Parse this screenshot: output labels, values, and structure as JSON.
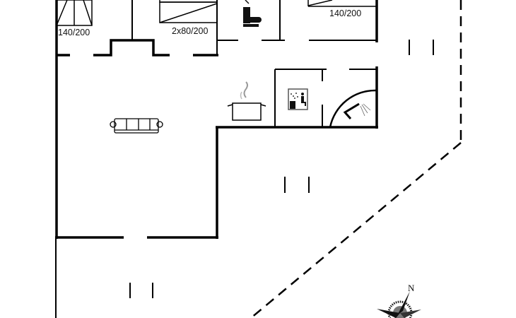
{
  "rooms": {
    "bedroom1_bed": "140/200",
    "bedroom2_bed": "2x80/200",
    "bedroom3_bed": "140/200"
  },
  "compass": {
    "north_label": "N"
  },
  "icons": [
    "bed-icon",
    "toilet-icon",
    "cooking-pot-icon",
    "sofa-icon",
    "sauna-icon",
    "shower-icon",
    "compass-rose-icon"
  ]
}
